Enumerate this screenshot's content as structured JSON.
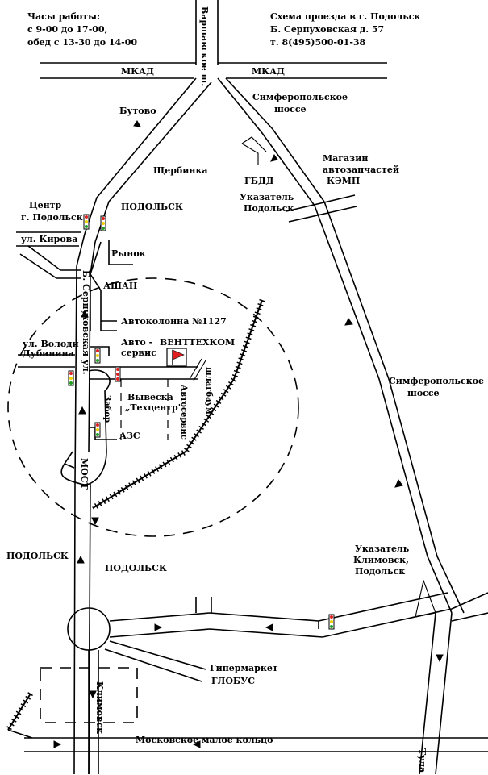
{
  "info": {
    "hours_title": "Часы работы:",
    "hours_line1": "с 9-00 до 17-00,",
    "hours_line2": "обед с 13-30 до 14-00",
    "scheme_title": "Схема проезда в г. Подольск",
    "address": "Б. Серпуховская д. 57",
    "phone": "т. 8(495)500-01-38"
  },
  "labels": {
    "varshavskoe": "Варшавское ш.",
    "mkad_left": "МКАД",
    "mkad_right": "МКАД",
    "simf_top_1": "Симферопольское",
    "simf_top_2": "шоссе",
    "butovo": "Бутово",
    "shcherbinka": "Щербинка",
    "gibdd": "ГБДД",
    "shop_1": "Магазин",
    "shop_2": "автозапчастей",
    "shop_3": "КЭМП",
    "sign_podolsk_1": "Указатель",
    "sign_podolsk_2": "Подольск",
    "center_1": "Центр",
    "center_2": "г. Подольск",
    "podolsk_top": "ПОДОЛЬСК",
    "kirova": "ул. Кирова",
    "rynok": "Рынок",
    "b_serp": "Б. Серпуховская ул.",
    "ashan": "АШАН",
    "avtokolonna": "Автоколонна №1127",
    "avtoservis_1": "Авто -",
    "avtoservis_2": "сервис",
    "venttehkom": "ВЕНТТЕХКОМ",
    "volodi_1": "ул. Володи",
    "volodi_2": "Дубинина",
    "shlagbaum": "шлагбаум",
    "zabor": "Забор",
    "vyveska_1": "Вывеска",
    "vyveska_2": "„Техцентр\"",
    "avtoservis_v": "Автосервис",
    "azs": "АЗС",
    "most": "МОСТ",
    "simf_mid_1": "Симферопольское",
    "simf_mid_2": "шоссе",
    "podolsk_left": "ПОДОЛЬСК",
    "podolsk_mid": "ПОДОЛЬСК",
    "sign_klim_1": "Указатель",
    "sign_klim_2": "Климовск,",
    "sign_klim_3": "Подольск",
    "globus_1": "Гипермаркет",
    "globus_2": "ГЛОБУС",
    "klimovsk": "Климовск",
    "ring": "Московское малое кольцо",
    "tula": "Тула"
  },
  "colors": {
    "ink": "#000000",
    "paper": "#ffffff",
    "light_red": "#e02020",
    "light_yellow": "#f0d000",
    "light_green": "#20a020",
    "flag": "#e02020"
  }
}
